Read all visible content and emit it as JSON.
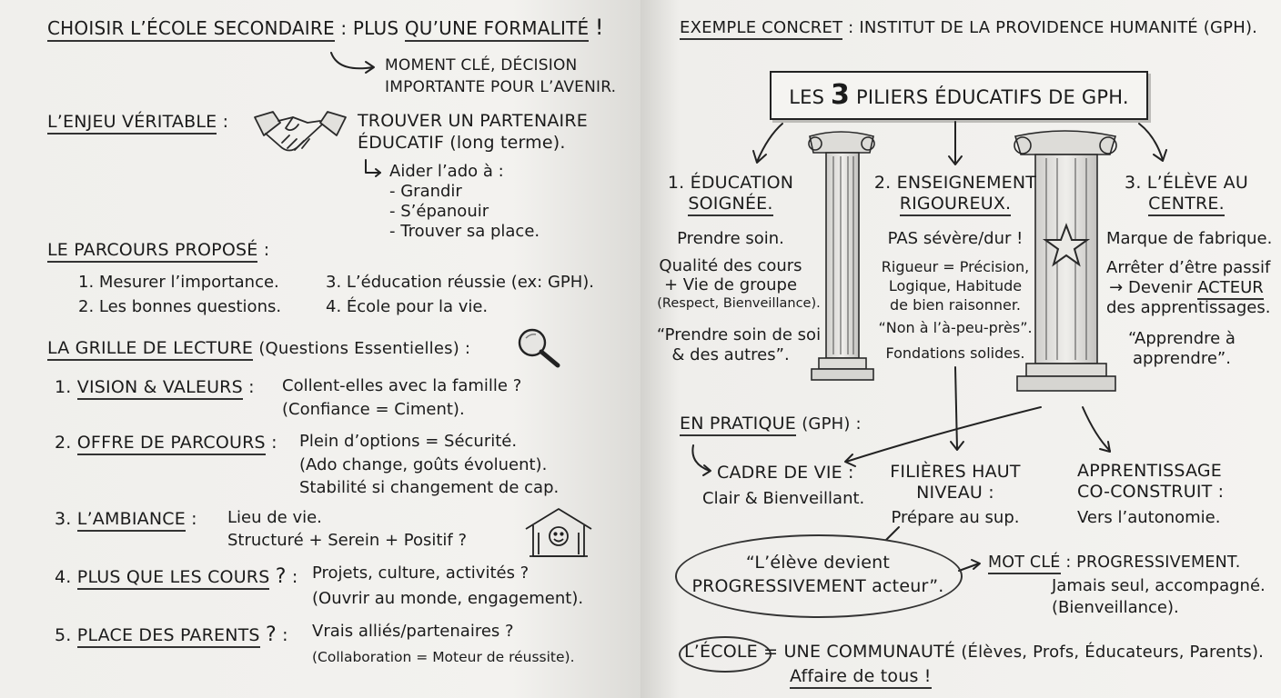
{
  "left": {
    "title": {
      "part1": "CHOISIR L’ÉCOLE SECONDAIRE",
      "sep": ":",
      "part2": "PLUS",
      "part3": "QU’UNE FORMALITÉ",
      "exclam": "!"
    },
    "moment": {
      "line1": "MOMENT CLÉ, DÉCISION",
      "line2": "IMPORTANTE POUR L’AVENIR."
    },
    "enjeu": {
      "label": "L’ENJEU VÉRITABLE",
      "colon": ":",
      "line1": "TROUVER UN PARTENAIRE",
      "line2": "ÉDUCATIF (long terme).",
      "help_intro": "Aider l’ado à :",
      "help_items": [
        "- Grandir",
        "- S’épanouir",
        "- Trouver sa place."
      ]
    },
    "parcours": {
      "label": "LE PARCOURS PROPOSÉ",
      "colon": ":",
      "items": [
        "1. Mesurer l’importance.",
        "2. Les bonnes questions.",
        "3. L’éducation réussie (ex: GPH).",
        "4. École pour la vie."
      ]
    },
    "grille": {
      "label": "LA GRILLE DE LECTURE",
      "paren": "(Questions Essentielles) :"
    },
    "questions": [
      {
        "num": "1.",
        "label": "VISION & VALEURS",
        "colon": ":",
        "line1": "Collent-elles avec la famille ?",
        "line2": "(Confiance = Ciment)."
      },
      {
        "num": "2.",
        "label": "OFFRE DE PARCOURS",
        "colon": ":",
        "line1": "Plein d’options = Sécurité.",
        "line2": "(Ado change, goûts évoluent).",
        "line3": "Stabilité si changement de cap."
      },
      {
        "num": "3.",
        "label": "L’AMBIANCE",
        "colon": ":",
        "line1": "Lieu de vie.",
        "line2": "Structuré + Serein + Positif ?"
      },
      {
        "num": "4.",
        "label": "PLUS QUE LES COURS",
        "q": "?",
        "colon": ":",
        "line1": "Projets, culture, activités ?",
        "line2": "(Ouvrir au monde, engagement)."
      },
      {
        "num": "5.",
        "label": "PLACE DES PARENTS",
        "q": "?",
        "colon": ":",
        "line1": "Vrais alliés/partenaires ?",
        "line2": "(Collaboration = Moteur de réussite)."
      }
    ]
  },
  "right": {
    "header": {
      "label": "EXEMPLE CONCRET",
      "sep": ":",
      "rest": "INSTITUT DE LA PROVIDENCE HUMANITÉ (GPH)."
    },
    "banner": {
      "pre": "LES",
      "num": "3",
      "post": "PILIERS ÉDUCATIFS DE GPH."
    },
    "pillars": [
      {
        "title1": "1. ÉDUCATION",
        "title2": "SOIGNÉE.",
        "lines": [
          "Prendre soin.",
          "Qualité des cours",
          "+ Vie de groupe",
          "(Respect, Bienveillance).",
          "“Prendre soin de soi",
          "& des autres”."
        ]
      },
      {
        "title1": "2. ENSEIGNEMENT",
        "title2": "RIGOUREUX.",
        "lines": [
          "PAS sévère/dur !",
          "Rigueur = Précision,",
          "Logique, Habitude",
          "de bien raisonner.",
          "“Non à l’à-peu-près”.",
          "Fondations solides."
        ]
      },
      {
        "title1": "3. L’ÉLÈVE AU",
        "title2": "CENTRE.",
        "lines": [
          "Marque de fabrique.",
          "Arrêter d’être passif",
          "→ Devenir",
          "ACTEUR",
          "des apprentissages.",
          "“Apprendre à",
          "apprendre”."
        ]
      }
    ],
    "pratique": {
      "label": "EN PRATIQUE",
      "paren": "(GPH) :",
      "items": [
        {
          "title1": "CADRE DE VIE :",
          "title2": "",
          "desc": "Clair & Bienveillant."
        },
        {
          "title1": "FILIÈRES HAUT",
          "title2": "NIVEAU :",
          "desc": "Prépare au sup."
        },
        {
          "title1": "APPRENTISSAGE",
          "title2": "CO-CONSTRUIT :",
          "desc": "Vers l’autonomie."
        }
      ]
    },
    "quote": {
      "line1": "“L’élève devient",
      "line2": "PROGRESSIVEMENT acteur”."
    },
    "motcle": {
      "label": "MOT CLÉ",
      "value": ": PROGRESSIVEMENT.",
      "line2": "Jamais seul, accompagné.",
      "line3": "(Bienveillance)."
    },
    "ecole": {
      "word": "L’ÉCOLE",
      "rest": "= UNE COMMUNAUTÉ",
      "paren": "(Élèves, Profs, Éducateurs, Parents).",
      "line2": "Affaire de tous !"
    }
  }
}
